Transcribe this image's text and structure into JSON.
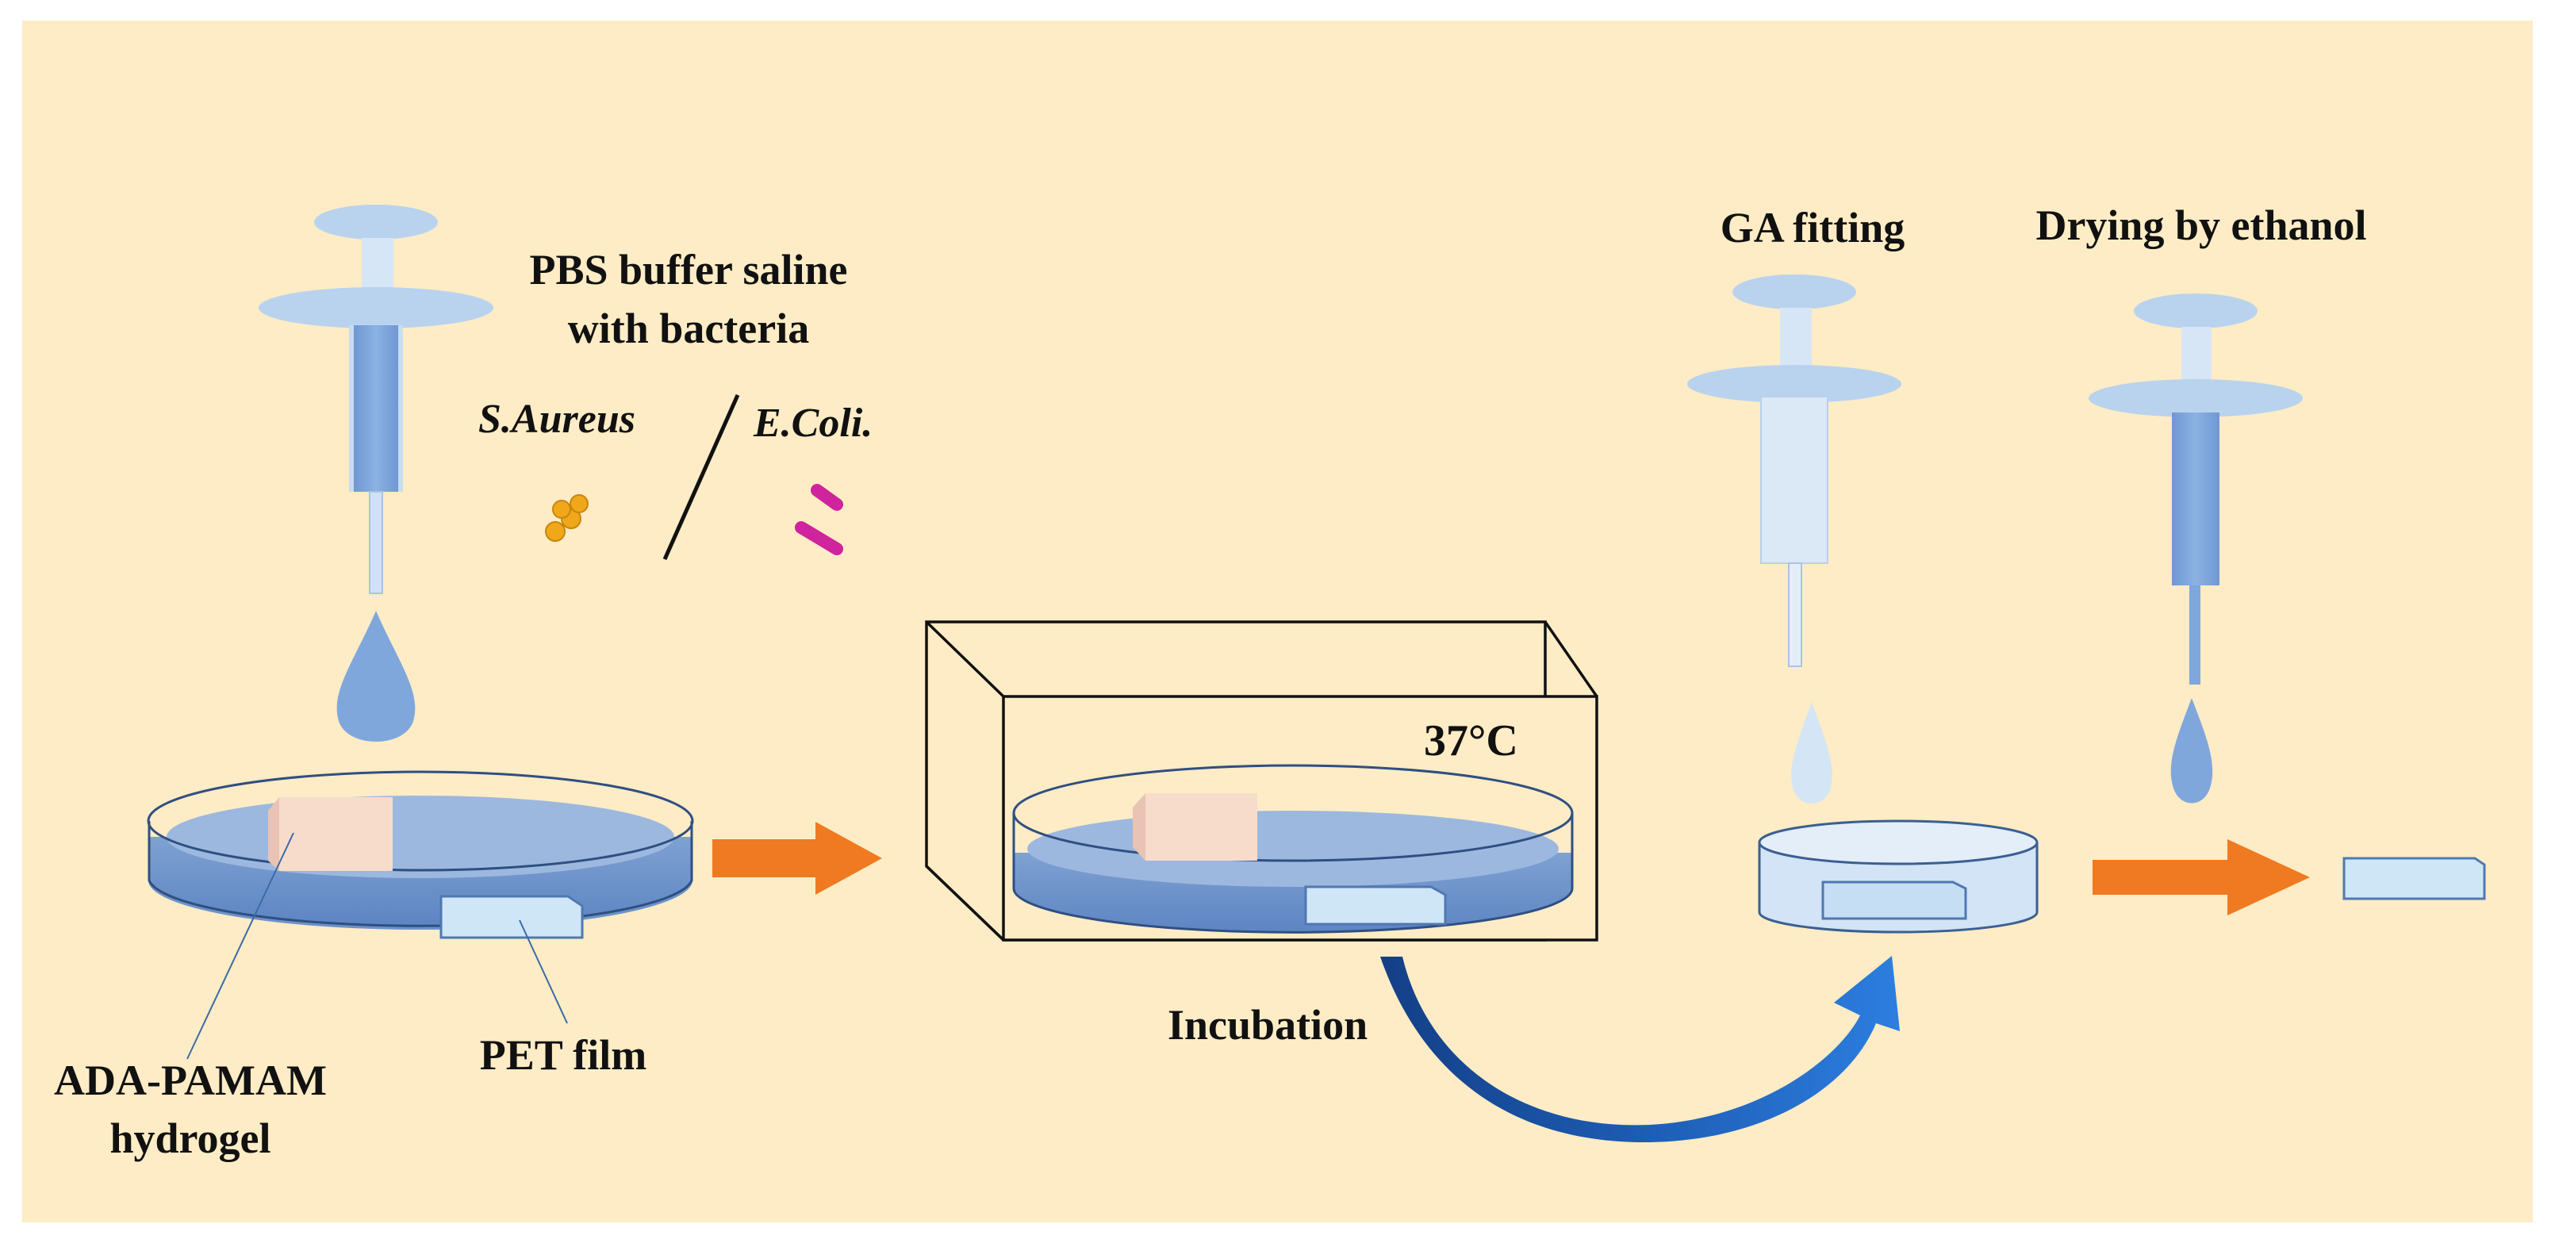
{
  "labels": {
    "pbs_line1": "PBS buffer saline",
    "pbs_line2": "with bacteria",
    "s_aureus": "S.Aureus",
    "e_coli": "E.Coli.",
    "temperature": "37°C",
    "incubation": "Incubation",
    "ga_fitting": "GA fitting",
    "drying": "Drying by ethanol",
    "hydrogel_line1": "ADA-PAMAM",
    "hydrogel_line2": "hydrogel",
    "pet_film": "PET film"
  },
  "colors": {
    "background": "#fdecc5",
    "syringe": "#b9d3ef",
    "syringe_barrel_fill": "#7fa7dc",
    "dish_liquid": "#6e93c9",
    "hydrogel": "#f7dccc",
    "pet_film": "#cfe6f7",
    "process_arrow": "#f07a21",
    "incubation_arrow": "#1f63b8",
    "bacteria_s_aureus": "#f0a81a",
    "bacteria_e_coli": "#d0239e"
  }
}
